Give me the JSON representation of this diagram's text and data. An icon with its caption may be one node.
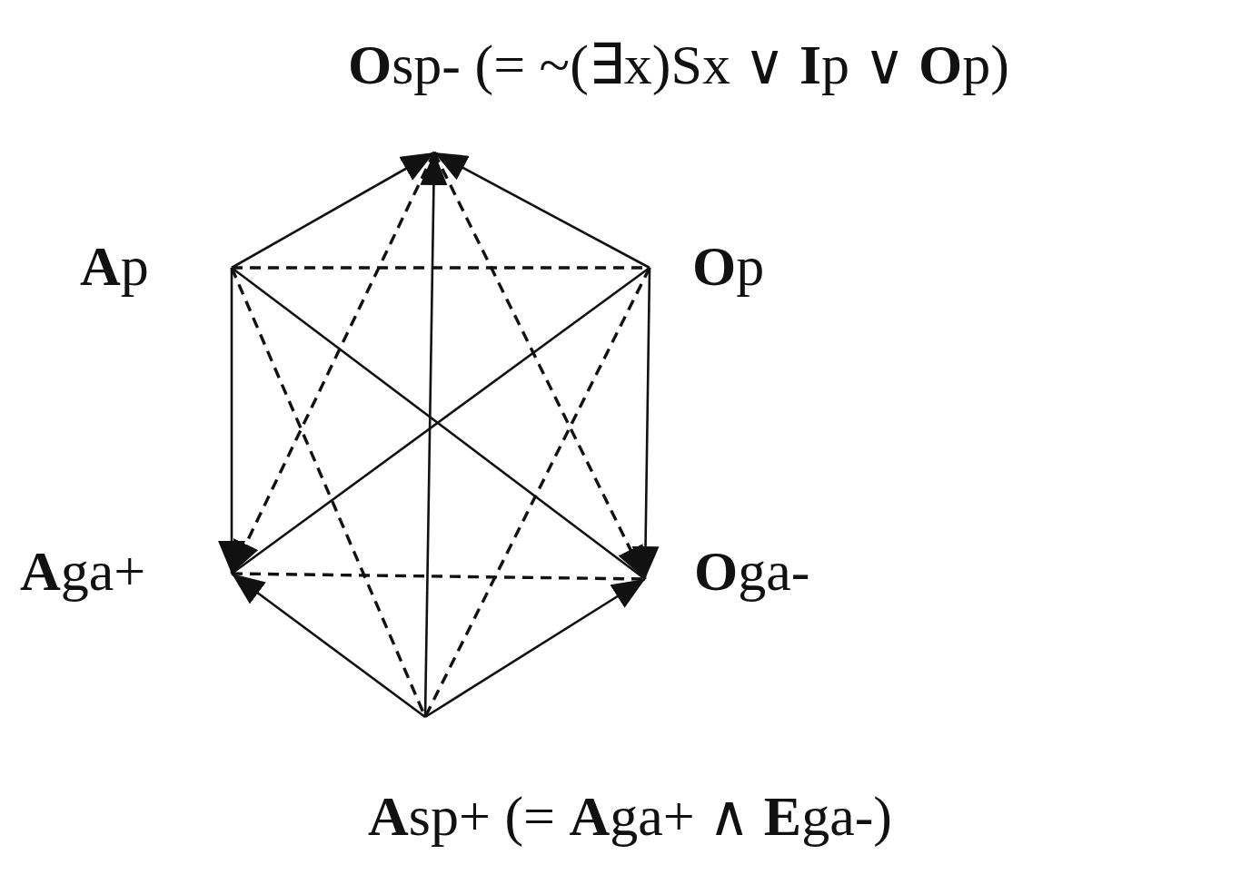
{
  "diagram": {
    "nodes": [
      {
        "text": [
          "**O**sp- (= ~(∃x)Sx ∨ **I**p ∨ **O**p)"
        ]
      },
      {
        "text": [
          "**A**p"
        ]
      },
      {
        "text": [
          "**O**p"
        ]
      },
      {
        "text": [
          "**A**ga+"
        ]
      },
      {
        "text": [
          "**O**ga-"
        ]
      },
      {
        "text": [
          "**A**sp+ (= **A**ga+ ∧ **E**ga-)"
        ]
      }
    ],
    "edges": [
      {
        "from": 1,
        "to": 0,
        "arrow": "to"
      },
      {
        "from": 2,
        "to": 0,
        "arrow": "to"
      },
      {
        "from": 5,
        "to": 0,
        "arrow": "to"
      },
      {
        "from": 0,
        "to": 3,
        "arrow": "to",
        "style": "dashed"
      },
      {
        "from": 0,
        "to": 4,
        "arrow": "to",
        "style": "dashed"
      },
      {
        "from": 1,
        "to": 3,
        "arrow": "to"
      },
      {
        "from": 2,
        "to": 4,
        "arrow": "to"
      },
      {
        "from": 5,
        "to": 3,
        "arrow": "to"
      },
      {
        "from": 5,
        "to": 4,
        "arrow": "to"
      },
      {
        "from": 3,
        "to": 4,
        "arrow": "none",
        "style": "dashed"
      },
      {
        "from": 1,
        "to": 2,
        "arrow": "none",
        "style": "dashed"
      },
      {
        "from": 1,
        "to": 4,
        "arrow": "none"
      },
      {
        "from": 2,
        "to": 3,
        "arrow": "none"
      },
      {
        "from": 1,
        "to": 5,
        "arrow": "none",
        "style": "dashed"
      },
      {
        "from": 2,
        "to": 5,
        "arrow": "none",
        "style": "dashed"
      }
    ]
  }
}
